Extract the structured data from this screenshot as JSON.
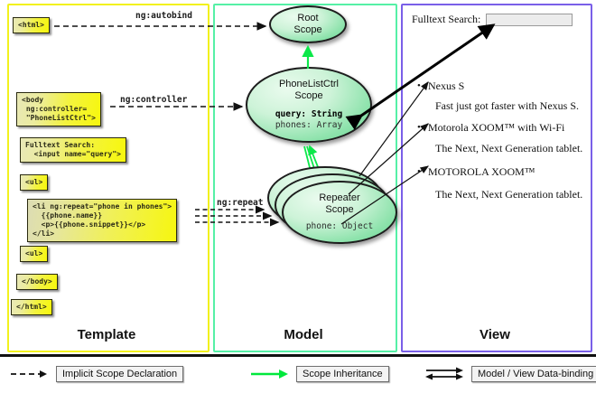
{
  "panels": {
    "template": {
      "label": "Template",
      "border_color": "#f2f11d"
    },
    "model": {
      "label": "Model",
      "border_color": "#55f0a6"
    },
    "view": {
      "label": "View",
      "border_color": "#7a5fe8"
    }
  },
  "template_boxes": [
    {
      "name": "html-open",
      "code": "<html>"
    },
    {
      "name": "body-open",
      "code": "<body\n ng:controller=\n \"PhoneListCtrl\">"
    },
    {
      "name": "fulltext-search",
      "code": "Fulltext Search:\n  <input name=\"query\">"
    },
    {
      "name": "ul-open",
      "code": "<ul>"
    },
    {
      "name": "li-repeat",
      "code": "<li ng:repeat=\"phone in phones\">\n  {{phone.name}}\n  <p>{{phone.snippet}}</p>\n</li>"
    },
    {
      "name": "ul-close",
      "code": "<ul>"
    },
    {
      "name": "body-close",
      "code": "</body>"
    },
    {
      "name": "html-close",
      "code": "</html>"
    }
  ],
  "connectors": {
    "autobind": "ng:autobind",
    "controller": "ng:controller",
    "repeat": "ng:repeat"
  },
  "scopes": {
    "root": {
      "title_line1": "Root",
      "title_line2": "Scope"
    },
    "controller": {
      "title_line1": "PhoneListCtrl",
      "title_line2": "Scope",
      "members": [
        {
          "text": "query: String",
          "bold": true
        },
        {
          "text": "phones: Array",
          "bold": false
        }
      ]
    },
    "repeater": {
      "title_line1": "Repeater",
      "title_line2": "Scope",
      "members": [
        {
          "text": "phone: Object",
          "bold": false
        }
      ],
      "stack_count": 3
    }
  },
  "view": {
    "search_label": "Fulltext Search:",
    "search_value": "",
    "search_placeholder": "",
    "items": [
      {
        "bullet": "•",
        "name": "Nexus S",
        "snippet": "Fast just got faster with Nexus S."
      },
      {
        "bullet": "•",
        "name": "Motorola XOOM™  with Wi-Fi",
        "snippet": "The Next, Next Generation tablet."
      },
      {
        "bullet": "•",
        "name": "MOTOROLA XOOM™",
        "snippet": "The Next, Next Generation tablet."
      }
    ]
  },
  "legend": [
    {
      "name": "implicit-scope-declaration",
      "label": "Implicit Scope Declaration",
      "style": "dashed-arrow",
      "color": "#111111"
    },
    {
      "name": "scope-inheritance",
      "label": "Scope Inheritance",
      "style": "solid-arrow",
      "color": "#00e83c"
    },
    {
      "name": "model-view-data-binding",
      "label": "Model / View Data-binding",
      "style": "double-arrow",
      "color": "#111111"
    }
  ]
}
